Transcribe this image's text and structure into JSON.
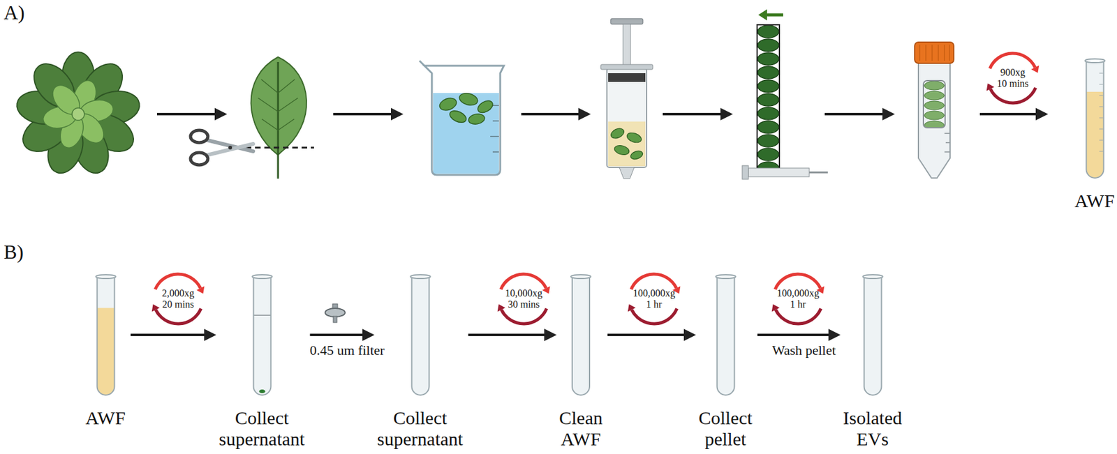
{
  "diagram": {
    "nodes": [
      {
        "text": [
          "900xg",
          "10 mins"
        ]
      },
      {
        "text": [
          "AWF"
        ]
      },
      {
        "text": [
          "AWF"
        ]
      },
      {
        "text": [
          "2,000xg",
          "20 mins"
        ]
      },
      {
        "text": [
          "Collect supernatant"
        ]
      },
      {
        "text": [
          "Collect supernatant"
        ]
      },
      {
        "text": [
          "10,000xg",
          "30 mins"
        ]
      },
      {
        "text": [
          "Clean AWF"
        ]
      },
      {
        "text": [
          "100,000xg",
          "1 hr"
        ]
      },
      {
        "text": [
          "Collect pellet"
        ]
      },
      {
        "text": [
          "100,000xg",
          "1 hr"
        ]
      },
      {
        "text": [
          "Isolated EVs"
        ]
      }
    ],
    "edges": [
      {
        "from": 2,
        "to": 4,
        "arrow": "to"
      },
      {
        "from": 4,
        "to": 5,
        "arrow": "to",
        "label": "0.45 um filter"
      },
      {
        "from": 5,
        "to": 7,
        "arrow": "to"
      },
      {
        "from": 7,
        "to": 9,
        "arrow": "to"
      },
      {
        "from": 9,
        "to": 11,
        "arrow": "to",
        "label": "Wash pellet"
      }
    ],
    "labels": [
      "A)",
      "B)"
    ]
  }
}
